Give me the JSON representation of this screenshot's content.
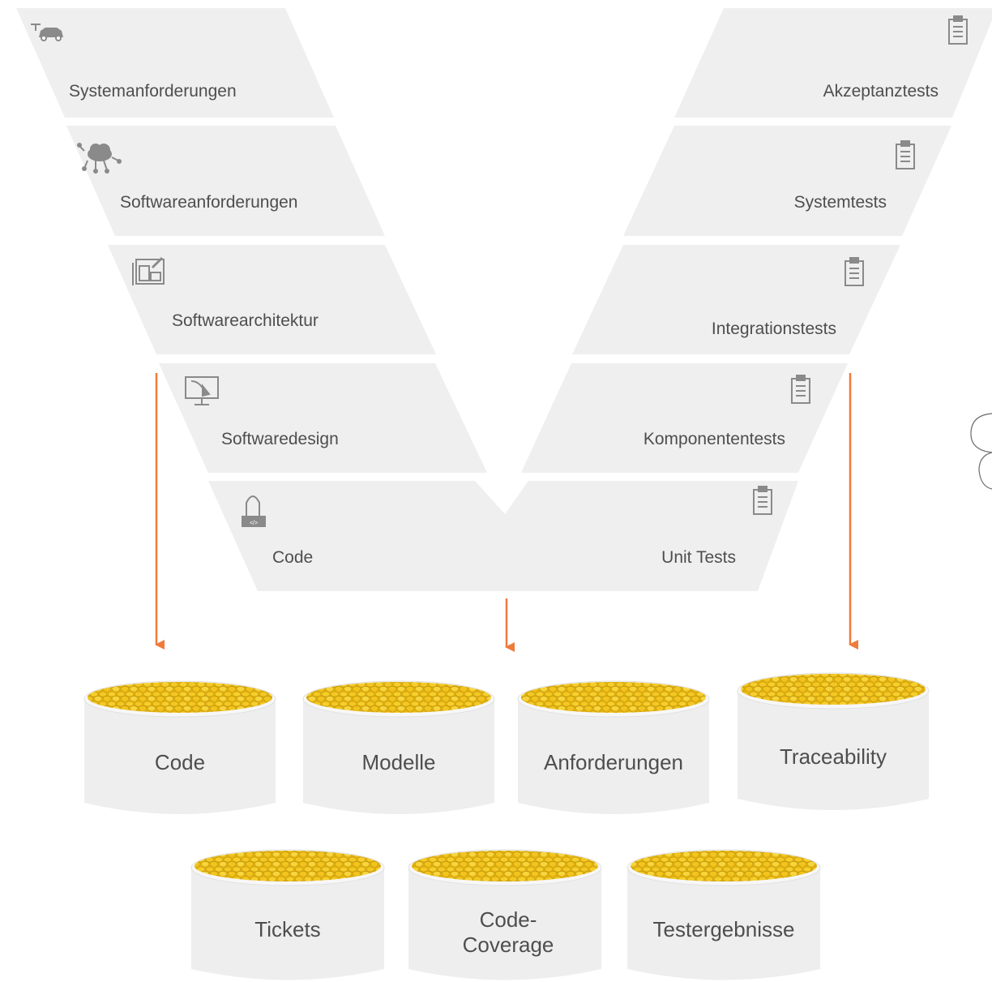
{
  "left_phases": [
    {
      "label": "Systemanforderungen",
      "icon": "car-icon"
    },
    {
      "label": "Softwareanforderungen",
      "icon": "cloud-network-icon"
    },
    {
      "label": "Softwarearchitektur",
      "icon": "blueprint-icon"
    },
    {
      "label": "Softwaredesign",
      "icon": "monitor-design-icon"
    },
    {
      "label": "Code",
      "icon": "developer-icon"
    }
  ],
  "right_phases": [
    {
      "label": "Akzeptanztests",
      "icon": "clipboard-icon"
    },
    {
      "label": "Systemtests",
      "icon": "clipboard-icon"
    },
    {
      "label": "Integrationstests",
      "icon": "clipboard-icon"
    },
    {
      "label": "Komponententests",
      "icon": "clipboard-icon"
    },
    {
      "label": "Unit Tests",
      "icon": "clipboard-icon"
    }
  ],
  "tanks_row1": [
    {
      "label": "Code"
    },
    {
      "label": "Modelle"
    },
    {
      "label": "Anforderungen"
    },
    {
      "label": "Traceability"
    }
  ],
  "tanks_row2": [
    {
      "label": "Tickets"
    },
    {
      "label_line1": "Code-",
      "label_line2": "Coverage"
    },
    {
      "label": "Testergebnisse"
    }
  ],
  "colors": {
    "band": "#efefef",
    "arrow": "#f07a3a",
    "tank": "#eeeeee",
    "coin": "#f2c419",
    "coin_shade": "#d9a50f",
    "icon": "#8a8a8a"
  }
}
